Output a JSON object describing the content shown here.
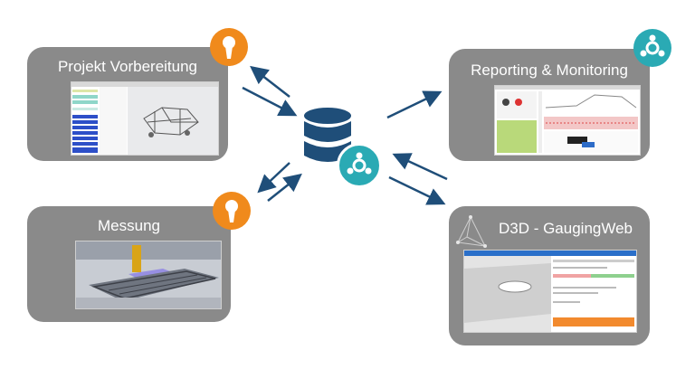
{
  "cards": {
    "projekt": {
      "title": "Projekt Vorbereitung"
    },
    "messung": {
      "title": "Messung"
    },
    "reporting": {
      "title": "Reporting & Monitoring"
    },
    "gauging": {
      "title": "D3D - GaugingWeb"
    }
  },
  "colors": {
    "card": "#8a8a8a",
    "arrow": "#1f4e79",
    "database": "#1f4e79",
    "badge_orange": "#f08a1c",
    "badge_teal": "#2aaab4",
    "gauging_button": "#f28a2e"
  },
  "icons": [
    "keyhole-icon",
    "hub-icon",
    "database-icon"
  ]
}
